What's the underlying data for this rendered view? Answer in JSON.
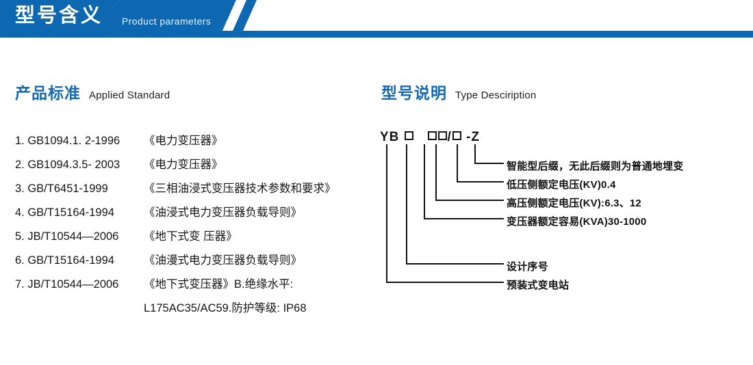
{
  "header": {
    "title": "型号含义",
    "subtitle": "Product parameters",
    "bar_color": "#0d68b1",
    "accent_color": "#1569b0"
  },
  "sections": {
    "standard": {
      "title_cn": "产品标准",
      "title_en": "Applied Standard"
    },
    "type": {
      "title_cn": "型号说明",
      "title_en": "Type Desciription"
    }
  },
  "standards": [
    {
      "index": "1.",
      "code": "GB1094.1. 2-1996",
      "name": "《电力变压器》"
    },
    {
      "index": "2.",
      "code": "GB1094.3.5- 2003",
      "name": "《电力变压器》"
    },
    {
      "index": "3.",
      "code": "GB/T6451-1999",
      "name": "《三相油浸式变压器技术参数和要求》"
    },
    {
      "index": "4.",
      "code": "GB/T15164-1994",
      "name": "《油浸式电力变压器负载导则》"
    },
    {
      "index": "5.",
      "code": "JB/T10544—2006",
      "name": "《地下式变 压器》"
    },
    {
      "index": "6.",
      "code": "GB/T15164-1994",
      "name": "《油漫式电力变压器负载导则》"
    },
    {
      "index": "7.",
      "code": "JB/T10544—2006",
      "name": "《地下式变压器》B.绝缘水平:"
    },
    {
      "index": "",
      "code": "",
      "name": "L175AC35/AC59.防护等级: IP68",
      "continuation": true
    }
  ],
  "type_code": {
    "prefix": "YB",
    "separator": "/",
    "dash": "-",
    "suffix": "Z",
    "box_glyph": "□"
  },
  "type_labels": [
    "智能型后缀，无此后缀则为普通地埋变",
    "低压侧额定电压(KV)0.4",
    "高压侧额定电压(KV):6.3、12",
    "变压器额定容易(KVA)30-1000",
    "设计序号",
    "预装式变电站"
  ]
}
